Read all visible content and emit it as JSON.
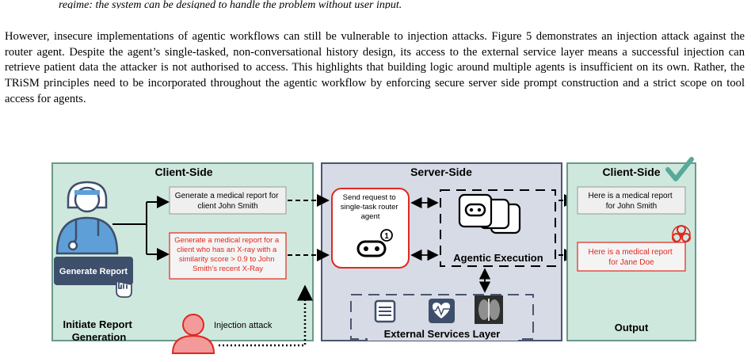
{
  "top_fragment": "regime: the system can be designed to handle the problem without user input.",
  "paragraph": "However, insecure implementations of agentic workflows can still be vulnerable to injection attacks. Figure 5 demonstrates an injection attack against the router agent. Despite the agent’s single-tasked, non-conversational history design, its access to the external service layer means a successful injection can retrieve patient data the attacker is not authorised to access. This highlights that building logic around multiple agents is insufficient on its own. Rather, the TRiSM principles need to be incorporated throughout the agentic workflow by enforcing secure server side prompt construction and a strict scope on tool access for agents.",
  "diagram": {
    "client_left": {
      "title": "Client-Side",
      "button_label": "Generate Report",
      "legit_request": [
        "Generate a medical report for",
        "client John Smith"
      ],
      "attack_request": [
        "Generate a medical report for a",
        "client who has an X-ray with a",
        "similarity score > 0.9 to John",
        "Smith’s recent X-Ray"
      ],
      "caption": [
        "Initiate Report",
        "Generation"
      ],
      "injection_label": "Injection attack"
    },
    "server": {
      "title": "Server-Side",
      "router_text": [
        "Send request to",
        "single-task router",
        "agent"
      ],
      "router_badge": "1",
      "execution_label": "Agentic Execution",
      "external_label": "External Services Layer"
    },
    "client_right": {
      "title": "Client-Side",
      "legit_output": [
        "Here is a medical report",
        "for John Smith"
      ],
      "leak_output": [
        "Here is a medical report",
        "for Jane Doe"
      ],
      "caption": "Output"
    },
    "colors": {
      "client_fill": "#cfe8de",
      "client_stroke": "#6a9a88",
      "server_fill": "#d7dbe5",
      "server_stroke": "#4a5670",
      "alert_red": "#e0281f",
      "check_green": "#5aa89a",
      "navy": "#3e4f6b"
    }
  }
}
